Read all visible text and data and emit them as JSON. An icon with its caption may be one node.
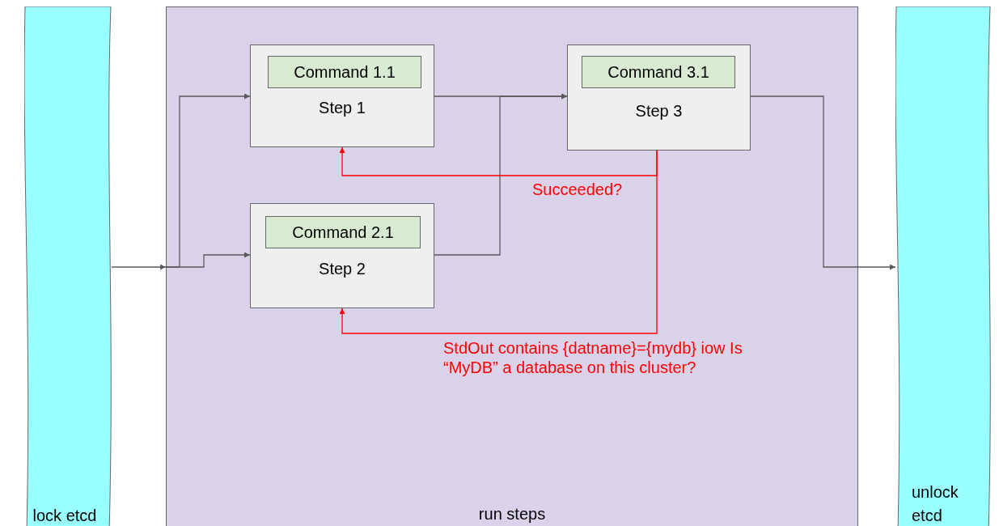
{
  "diagram": {
    "nodes": [
      {
        "text": [
          "lock etcd"
        ]
      },
      {
        "text": [
          "run steps"
        ]
      },
      {
        "text": [
          "Step 1"
        ],
        "in": 1
      },
      {
        "text": [
          "Command 1.1"
        ],
        "in": 2
      },
      {
        "text": [
          "Step 3"
        ],
        "in": 1
      },
      {
        "text": [
          "Command 3.1"
        ],
        "in": 4
      },
      {
        "text": [
          "Step 2"
        ],
        "in": 1
      },
      {
        "text": [
          "Command 2.1"
        ],
        "in": 6
      },
      {
        "text": [
          "unlock etcd"
        ]
      }
    ],
    "edges": [
      {
        "from": 0,
        "to": 1,
        "arrow": "to"
      },
      {
        "from": 1,
        "to": 2,
        "arrow": "to"
      },
      {
        "from": 1,
        "to": 6,
        "arrow": "to"
      },
      {
        "from": 2,
        "to": 4,
        "arrow": "to"
      },
      {
        "from": 6,
        "to": 4,
        "arrow": "to"
      },
      {
        "from": 4,
        "to": 8,
        "arrow": "to"
      },
      {
        "from": 4,
        "to": 2,
        "arrow": "to",
        "label": "Succeeded?",
        "color": "#ff0000"
      },
      {
        "from": 4,
        "to": 6,
        "arrow": "to",
        "label": "StdOut contains {datname}={mydb} iow Is “MyDB” a database on this cluster?",
        "color": "#ff0000"
      }
    ]
  }
}
